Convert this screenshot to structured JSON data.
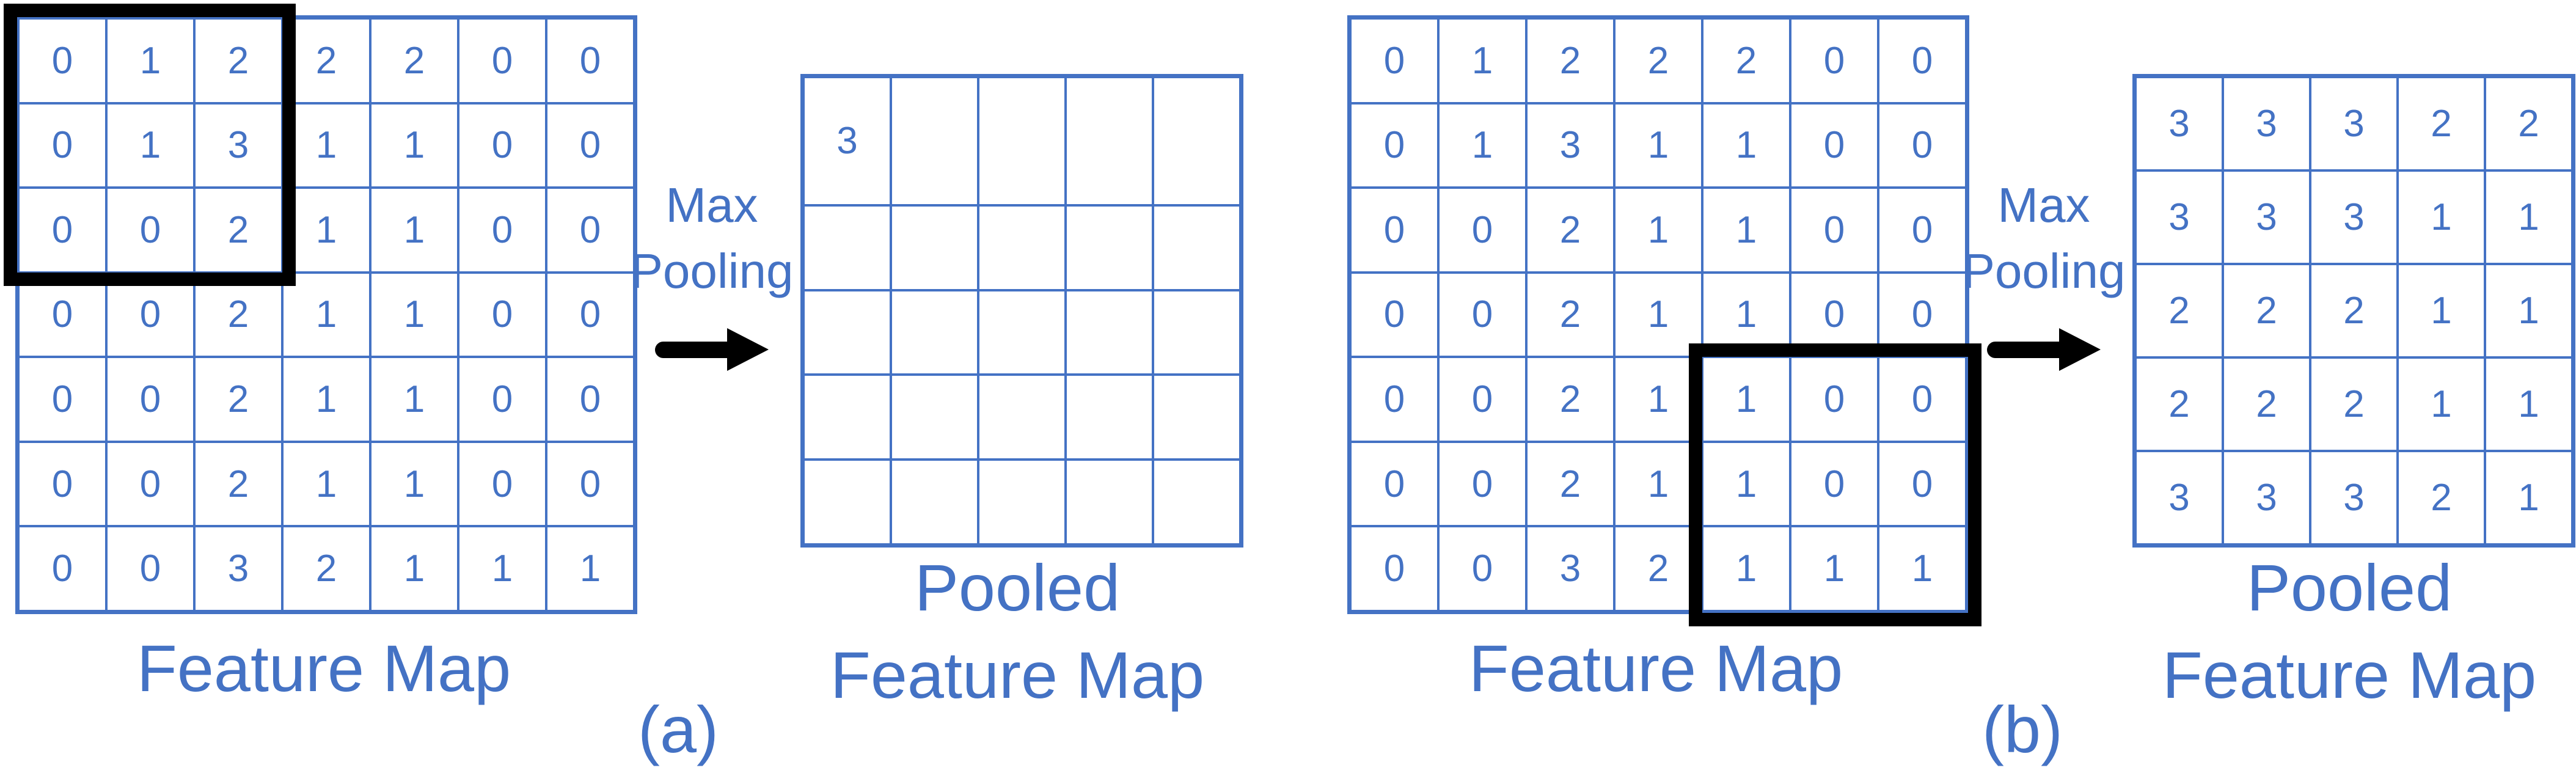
{
  "colors": {
    "accent": "#4472C4",
    "window_outline": "#000000",
    "background": "#FFFFFF"
  },
  "panels": [
    {
      "id": "a",
      "caption": "(a)",
      "feature_map": {
        "label": "Feature Map",
        "rows": 7,
        "cols": 7,
        "values": [
          [
            0,
            1,
            2,
            2,
            2,
            0,
            0
          ],
          [
            0,
            1,
            3,
            1,
            1,
            0,
            0
          ],
          [
            0,
            0,
            2,
            1,
            1,
            0,
            0
          ],
          [
            0,
            0,
            2,
            1,
            1,
            0,
            0
          ],
          [
            0,
            0,
            2,
            1,
            1,
            0,
            0
          ],
          [
            0,
            0,
            2,
            1,
            1,
            0,
            0
          ],
          [
            0,
            0,
            3,
            2,
            1,
            1,
            1
          ]
        ],
        "window_region": {
          "row_start": 1,
          "col_start": 1,
          "row_span": 3,
          "col_span": 3,
          "position": "top-left"
        }
      },
      "operation": {
        "line1": "Max",
        "line2": "Pooling"
      },
      "pooled_map": {
        "label_line1": "Pooled",
        "label_line2": "Feature Map",
        "rows": 5,
        "cols": 5,
        "values": [
          [
            "3",
            "",
            "",
            "",
            ""
          ],
          [
            "",
            "",
            "",
            "",
            ""
          ],
          [
            "",
            "",
            "",
            "",
            ""
          ],
          [
            "",
            "",
            "",
            "",
            ""
          ],
          [
            "",
            "",
            "",
            "",
            ""
          ]
        ]
      }
    },
    {
      "id": "b",
      "caption": "(b)",
      "feature_map": {
        "label": "Feature Map",
        "rows": 7,
        "cols": 7,
        "values": [
          [
            0,
            1,
            2,
            2,
            2,
            0,
            0
          ],
          [
            0,
            1,
            3,
            1,
            1,
            0,
            0
          ],
          [
            0,
            0,
            2,
            1,
            1,
            0,
            0
          ],
          [
            0,
            0,
            2,
            1,
            1,
            0,
            0
          ],
          [
            0,
            0,
            2,
            1,
            1,
            0,
            0
          ],
          [
            0,
            0,
            2,
            1,
            1,
            0,
            0
          ],
          [
            0,
            0,
            3,
            2,
            1,
            1,
            1
          ]
        ],
        "window_region": {
          "row_start": 5,
          "col_start": 5,
          "row_span": 3,
          "col_span": 3,
          "position": "bottom-right"
        }
      },
      "operation": {
        "line1": "Max",
        "line2": "Pooling"
      },
      "pooled_map": {
        "label_line1": "Pooled",
        "label_line2": "Feature Map",
        "rows": 5,
        "cols": 5,
        "values": [
          [
            3,
            3,
            3,
            2,
            2
          ],
          [
            3,
            3,
            3,
            1,
            1
          ],
          [
            2,
            2,
            2,
            1,
            1
          ],
          [
            2,
            2,
            2,
            1,
            1
          ],
          [
            3,
            3,
            3,
            2,
            1
          ]
        ]
      }
    }
  ]
}
